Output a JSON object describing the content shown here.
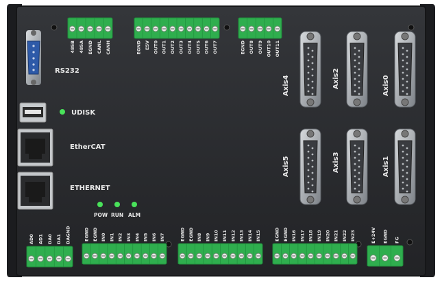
{
  "colors": {
    "body": "#2b2d30",
    "bodyEdge": "#1a1b1d",
    "terminal": "#2fae4e",
    "terminalDark": "#1f8a3a",
    "led": "#49e25a",
    "metal": "#9aa0a6",
    "db9": "#2e5aa8"
  },
  "labels": {
    "rs232": "RS232",
    "udisk": "UDISK",
    "ethercat": "EtherCAT",
    "ethernet": "ETHERNET",
    "pow": "POW",
    "run": "RUN",
    "alm": "ALM",
    "axis4": "Axis4",
    "axis2": "Axis2",
    "axis0": "Axis0",
    "axis5": "Axis5",
    "axis3": "Axis3",
    "axis1": "Axis1"
  },
  "terminals": {
    "top1": {
      "pins": [
        "485B",
        "485A",
        "EGND",
        "CANL",
        "CANH"
      ]
    },
    "top2": {
      "pins": [
        "EGND",
        "E5V",
        "OUT0",
        "OUT1",
        "OUT2",
        "OUT3",
        "OUT4",
        "OUT5",
        "OUT6",
        "OUT7"
      ]
    },
    "top3": {
      "pins": [
        "EGND",
        "OUT8",
        "OUT9",
        "OUT10",
        "OUT11"
      ]
    },
    "bot1": {
      "pins": [
        "AD0",
        "AD1",
        "DA0",
        "DA1",
        "DAGND"
      ]
    },
    "bot2": {
      "pins": [
        "EGND",
        "EGND",
        "IN0",
        "IN1",
        "IN2",
        "IN3",
        "IN4",
        "IN5",
        "IN6",
        "IN7"
      ]
    },
    "bot3": {
      "pins": [
        "EGND",
        "EGND",
        "IN8",
        "IN9",
        "IN10",
        "IN11",
        "IN12",
        "IN13",
        "IN14",
        "IN15"
      ]
    },
    "bot4": {
      "pins": [
        "EGND",
        "EGND",
        "IN16",
        "IN17",
        "IN18",
        "IN19",
        "IN20",
        "IN21",
        "IN22",
        "IN23"
      ]
    },
    "bot5": {
      "pins": [
        "E+24V",
        "EGND",
        "FG"
      ]
    }
  }
}
